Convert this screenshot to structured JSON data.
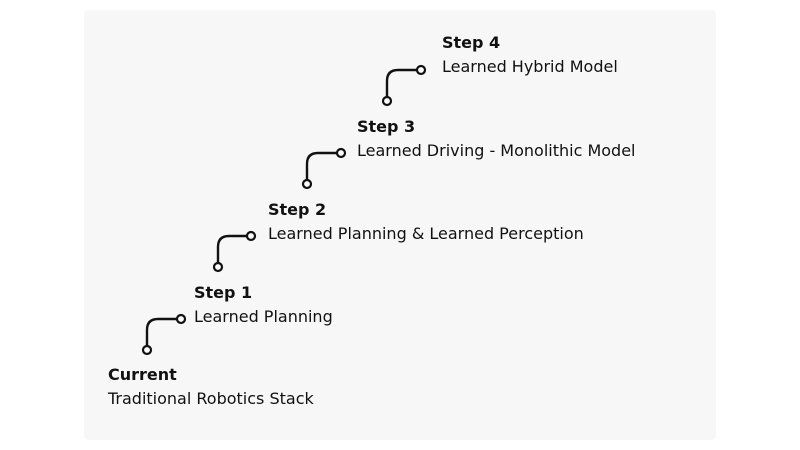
{
  "steps": [
    {
      "title": "Current",
      "description": "Traditional Robotics Stack"
    },
    {
      "title": "Step 1",
      "description": "Learned Planning"
    },
    {
      "title": "Step 2",
      "description": "Learned Planning & Learned Perception"
    },
    {
      "title": "Step 3",
      "description": "Learned Driving - Monolithic Model"
    },
    {
      "title": "Step 4",
      "description": "Learned Hybrid Model"
    }
  ],
  "colors": {
    "panel_background": "#f7f7f7",
    "text": "#111111",
    "connector": "#111111"
  }
}
